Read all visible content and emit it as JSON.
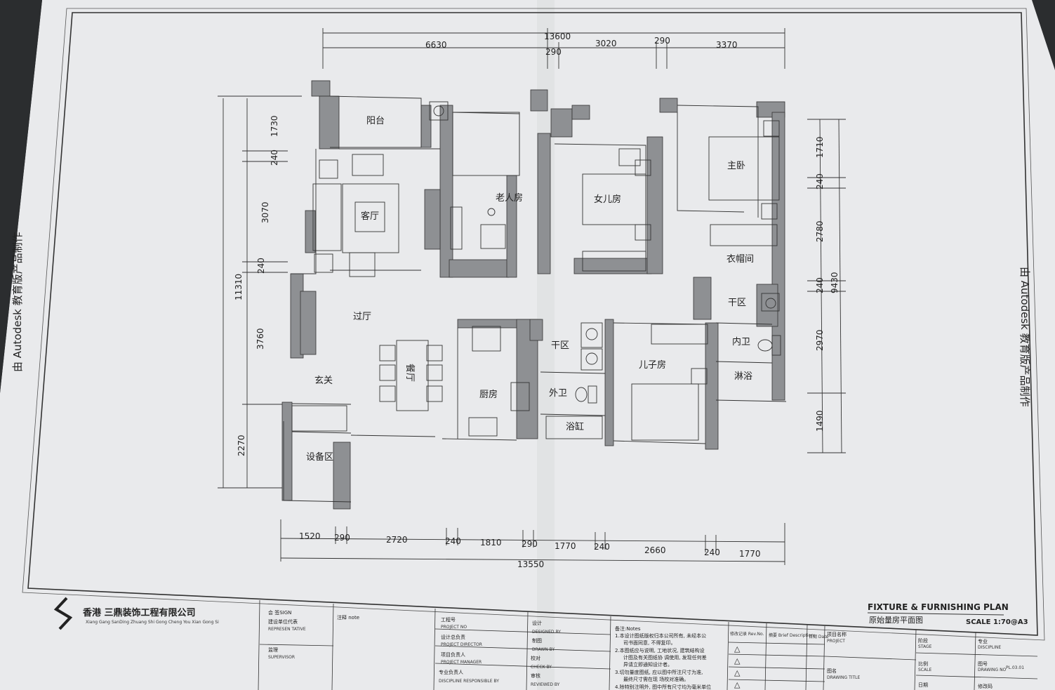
{
  "watermark": {
    "left": "由 Autodesk 教育版产品制作",
    "right": "由 Autodesk 教育版产品制作"
  },
  "dimensions": {
    "top_total": "13600",
    "top": [
      "6630",
      "290",
      "3020",
      "290",
      "3370"
    ],
    "bottom_total": "13550",
    "bottom": [
      "1520",
      "290",
      "2720",
      "240",
      "1810",
      "290",
      "1770",
      "240",
      "2660",
      "240",
      "1770"
    ],
    "left_total": "11310",
    "left": [
      "1730",
      "240",
      "3070",
      "240",
      "3760",
      "2270"
    ],
    "right_total": "9430",
    "right": [
      "1710",
      "240",
      "2780",
      "240",
      "2970",
      "1490"
    ]
  },
  "rooms": {
    "balcony": "阳台",
    "living": "客厅",
    "elder": "老人房",
    "daughter": "女儿房",
    "master": "主卧",
    "cloakroom": "衣帽间",
    "dry_zone_right": "干区",
    "hall": "过厅",
    "entry": "玄关",
    "dining": "餐厅",
    "kitchen": "厨房",
    "dry_zone_mid": "干区",
    "guest_bath": "外卫",
    "bathtub": "浴缸",
    "son": "儿子房",
    "master_bath": "内卫",
    "shower": "淋浴",
    "equipment": "设备区"
  },
  "title_block": {
    "company_cn": "香港 三鼎装饰工程有限公司",
    "company_en": "Xiang Gang SanDing Zhuang Shi Gong Cheng You Xian Gong Si",
    "col2_rows": [
      "会 签SIGN",
      "建设单位代表",
      "REPRESEN TATIVE",
      "监理",
      "SUPERVISOR"
    ],
    "note_label": "注释 note",
    "project_rows": [
      "工程号",
      "PROJECT NO",
      "设计总负责",
      "PROJECT DIRECTOR",
      "项目负责人",
      "PROJECT MANAGER",
      "专业负责人",
      "DISCIPLINE RESPONSIBLE BY"
    ],
    "design_rows": [
      "设计",
      "DESIGNED BY",
      "制图",
      "DRAWN BY",
      "校对",
      "CHECK BY",
      "审核",
      "REVIEWED BY"
    ],
    "notes_title": "备注:Notes",
    "notes": [
      "1.本设计图纸版权归本公司所有, 未经本公",
      "司书面同意, 不得复印。",
      "2.本图纸应与说明, 工地状况, 建筑结构设",
      "计图及有关图纸协 调使用, 发现任何差",
      "异请立即通知设计者。",
      "3.切勿量度图纸, 应以图中所注尺寸为准,",
      "最终尺寸需在现 场校对准确。",
      "4.除特别注明外, 图中所有尺寸均为毫米单位"
    ],
    "revision_header": [
      "修改记录 Rev.No.",
      "摘要 Brief Description",
      "日期 Date"
    ],
    "revision_marks": [
      "△",
      "△",
      "△",
      "△"
    ],
    "project_name": "项目名称",
    "project_name_en": "PROJECT",
    "drawing_title_label": "图名",
    "drawing_title_en": "DRAWING TITLE",
    "plan_title": "FIXTURE & FURNISHING PLAN",
    "plan_title_cn": "原始量房平面图",
    "scale": "SCALE 1:70@A3",
    "stage": "阶段",
    "stage_en": "STAGE",
    "discipline": "专业",
    "discipline_en": "DISCIPLINE",
    "ratio": "比例",
    "ratio_en": "SCALE",
    "drawing_no": "图号",
    "drawing_no_en": "DRAWING NO",
    "drawing_no_value": "PL.03.01",
    "date": "日期",
    "revision_no": "修改码"
  }
}
